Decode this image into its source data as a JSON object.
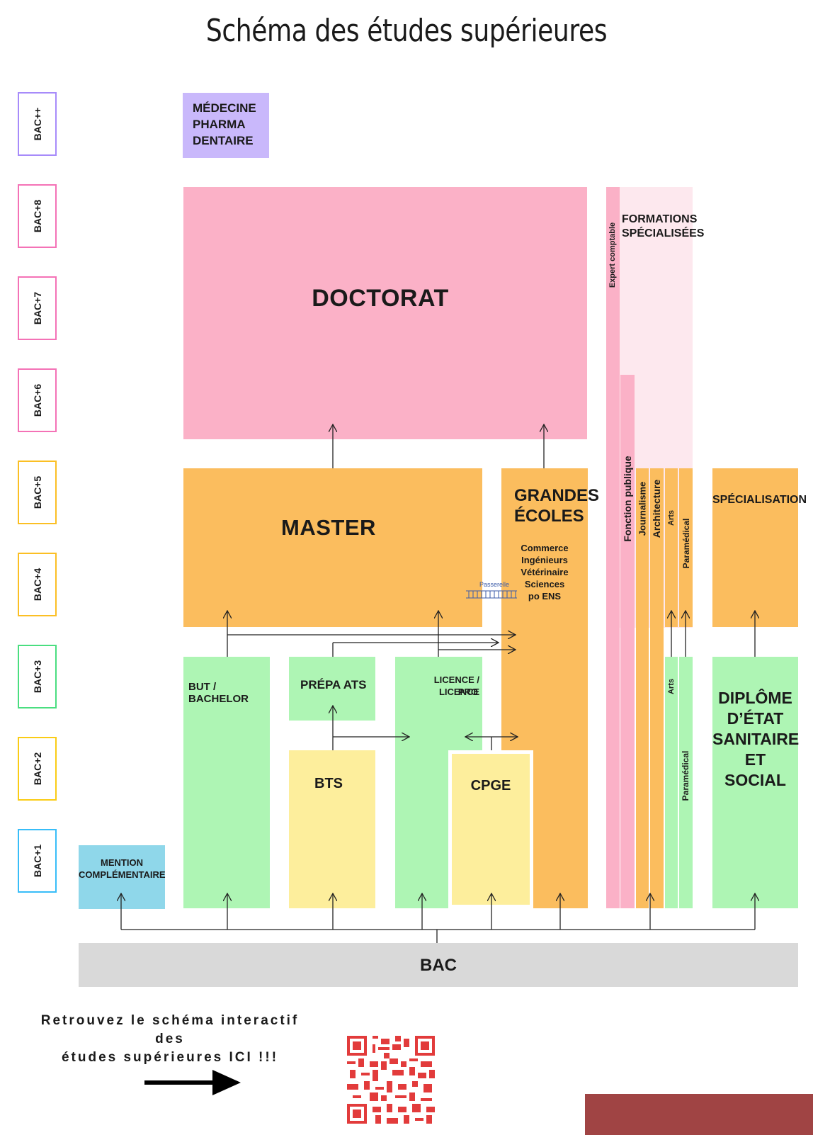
{
  "title": "Schéma des études supérieures",
  "levels": [
    {
      "label": "BAC++",
      "color": "#a78bfa"
    },
    {
      "label": "BAC+8",
      "color": "#f472b6"
    },
    {
      "label": "BAC+7",
      "color": "#f472b6"
    },
    {
      "label": "BAC+6",
      "color": "#f472b6"
    },
    {
      "label": "BAC+5",
      "color": "#fbbf24"
    },
    {
      "label": "BAC+4",
      "color": "#fbbf24"
    },
    {
      "label": "BAC+3",
      "color": "#4ade80"
    },
    {
      "label": "BAC+2",
      "color": "#facc15"
    },
    {
      "label": "BAC+1",
      "color": "#38bdf8"
    }
  ],
  "colors": {
    "purple": "#c9b8fb",
    "pink": "#fbb1c7",
    "light_pink": "#fde8ee",
    "orange": "#fbbd5e",
    "green": "#aef5b4",
    "yellow": "#fdee9c",
    "blue": "#8fd7ea",
    "gray": "#d9d9d9",
    "dark_red": "#a04444",
    "qr_red": "#e23b3b"
  },
  "boxes": {
    "medecine": [
      "MÉDECINE",
      "PHARMA",
      "DENTAIRE"
    ],
    "doctorat": "DOCTORAT",
    "master": "MASTER",
    "grandes_ecoles": {
      "title": [
        "GRANDES",
        "ÉCOLES"
      ],
      "items": [
        "Commerce",
        "Ingénieurs",
        "Vétérinaire",
        "Sciences",
        "po ENS"
      ]
    },
    "passerelle": "Passerelle",
    "expert_comptable": "Expert comptable",
    "formations_specialisees": [
      "FORMATIONS",
      "SPÉCIALISÉES"
    ],
    "fonction_publique": "Fonction publique",
    "journalisme": "Journalisme",
    "architecture": "Architecture",
    "arts_top": "Arts",
    "paramedical_top": "Paramédical",
    "arts_bottom": "Arts",
    "paramedical_bottom": "Paramédical",
    "specialisation": "SPÉCIALISATION",
    "but": "BUT / BACHELOR",
    "prepa_ats": "PRÉPA ATS",
    "licence": [
      "LICENCE / LICENCE",
      "PRO"
    ],
    "bts": "BTS",
    "cpge": "CPGE",
    "diplome": [
      "DIPLÔME",
      "D’ÉTAT",
      "SANITAIRE",
      "ET SOCIAL"
    ],
    "mention": [
      "MENTION",
      "COMPLÉMENTAIRE"
    ],
    "bac": "BAC"
  },
  "footer": {
    "cta": [
      "Retrouvez le schéma interactif des",
      "études supérieures ICI !!!"
    ],
    "arrow_icon": "right-arrow-icon",
    "qr_icon": "qr-code-icon"
  }
}
